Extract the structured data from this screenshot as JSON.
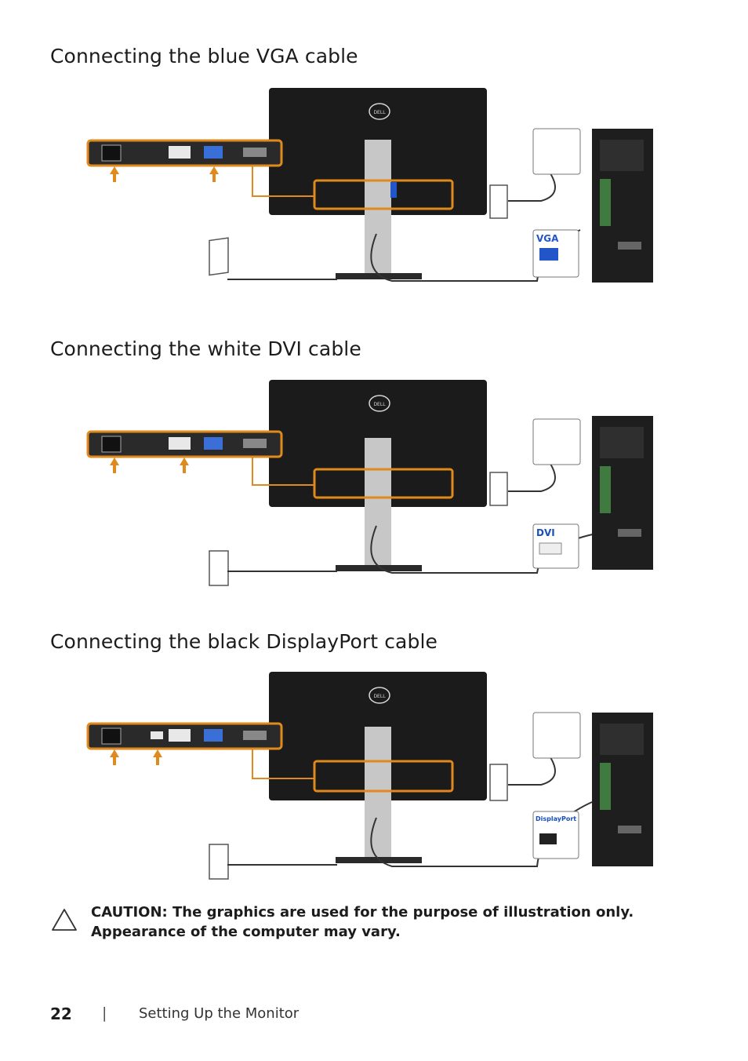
{
  "sections": [
    {
      "heading": "Connecting the blue VGA cable",
      "cable_label": "VGA",
      "cable_color": "#2255c8"
    },
    {
      "heading": "Connecting the white DVI cable",
      "cable_label": "DVI",
      "cable_color": "#1a4fb5"
    },
    {
      "heading": "Connecting the black DisplayPort cable",
      "cable_label": "DisplayPort",
      "cable_color": "#1a4fb5"
    }
  ],
  "monitor_brand": "DELL",
  "caution": {
    "icon": "warning-triangle-icon",
    "text": "CAUTION: The graphics are used for the purpose of illustration only. Appearance of the computer may vary."
  },
  "footer": {
    "page_number": "22",
    "separator": "|",
    "chapter_title": "Setting Up the Monitor"
  },
  "colors": {
    "accent_orange": "#e08a1e",
    "monitor_black": "#1b1b1b",
    "stand_gray": "#c7c7c7"
  }
}
